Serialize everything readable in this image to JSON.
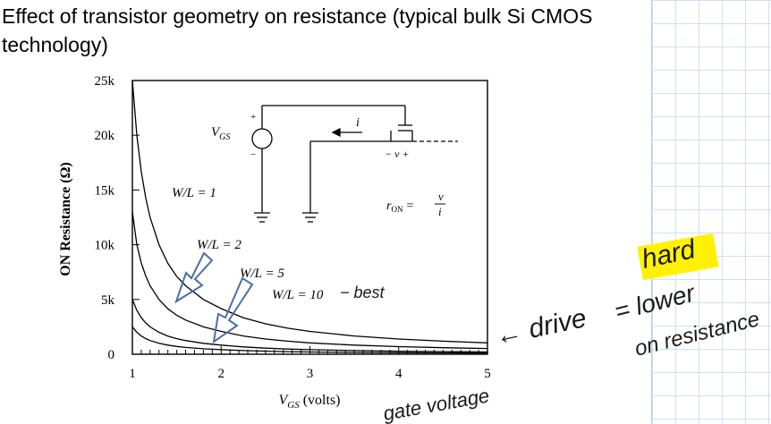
{
  "slide": {
    "title": "Effect of transistor geometry on resistance (typical bulk Si CMOS technology)"
  },
  "chart_data": {
    "type": "line",
    "xlabel": "V_GS (volts)",
    "xlabel_main": "V",
    "xlabel_sub": "GS",
    "xlabel_unit": " (volts)",
    "ylabel": "ON Resistance (Ω)",
    "xlim": [
      1,
      5
    ],
    "ylim": [
      0,
      25000
    ],
    "x_ticks": [
      "1",
      "2",
      "3",
      "4",
      "5"
    ],
    "y_ticks": [
      "0",
      "5k",
      "10k",
      "15k",
      "20k",
      "25k"
    ],
    "y_tick_values": [
      0,
      5000,
      10000,
      15000,
      20000,
      25000
    ],
    "grid": false,
    "x": [
      1.0,
      1.05,
      1.1,
      1.15,
      1.2,
      1.3,
      1.4,
      1.5,
      1.6,
      1.8,
      2.0,
      2.25,
      2.5,
      2.75,
      3.0,
      3.5,
      4.0,
      4.5,
      5.0
    ],
    "series": [
      {
        "name": "W/L = 1",
        "values": [
          25000,
          20000,
          16700,
          14300,
          12500,
          10000,
          8300,
          7100,
          6250,
          5000,
          4170,
          3330,
          2780,
          2380,
          2080,
          1670,
          1390,
          1190,
          1040
        ]
      },
      {
        "name": "W/L = 2",
        "values": [
          13000,
          10000,
          8350,
          7150,
          6250,
          5000,
          4150,
          3550,
          3125,
          2500,
          2085,
          1665,
          1390,
          1190,
          1040,
          835,
          695,
          595,
          520
        ]
      },
      {
        "name": "W/L = 5",
        "values": [
          5000,
          4000,
          3340,
          2860,
          2500,
          2000,
          1660,
          1420,
          1250,
          1000,
          834,
          666,
          556,
          476,
          416,
          334,
          278,
          238,
          208
        ]
      },
      {
        "name": "W/L = 10",
        "values": [
          2500,
          2000,
          1670,
          1430,
          1250,
          1000,
          830,
          710,
          625,
          500,
          417,
          333,
          278,
          238,
          208,
          167,
          139,
          119,
          104
        ]
      }
    ],
    "labels": {
      "wl1": "W/L = 1",
      "wl2": "W/L = 2",
      "wl5": "W/L = 5",
      "wl10": "W/L = 10"
    },
    "inset": {
      "vgs": "V",
      "vgs_sub": "GS",
      "plus": "+",
      "minus": "−",
      "current": "i",
      "v_drop": "− v +",
      "ron_r": "r",
      "ron_sub": "ON",
      "ron_eq": "=",
      "ron_num": "v",
      "ron_den": "i"
    }
  },
  "annotations": {
    "best": "− best",
    "drive_hard": "← drive",
    "hard": "hard",
    "eq_lower": "= lower",
    "on_resistance": "on resistance",
    "gate_voltage": "gate voltage"
  },
  "colors": {
    "arrow_outline": "#4a6fa5",
    "highlight": "#fff200",
    "ink": "#1a1a1a"
  }
}
